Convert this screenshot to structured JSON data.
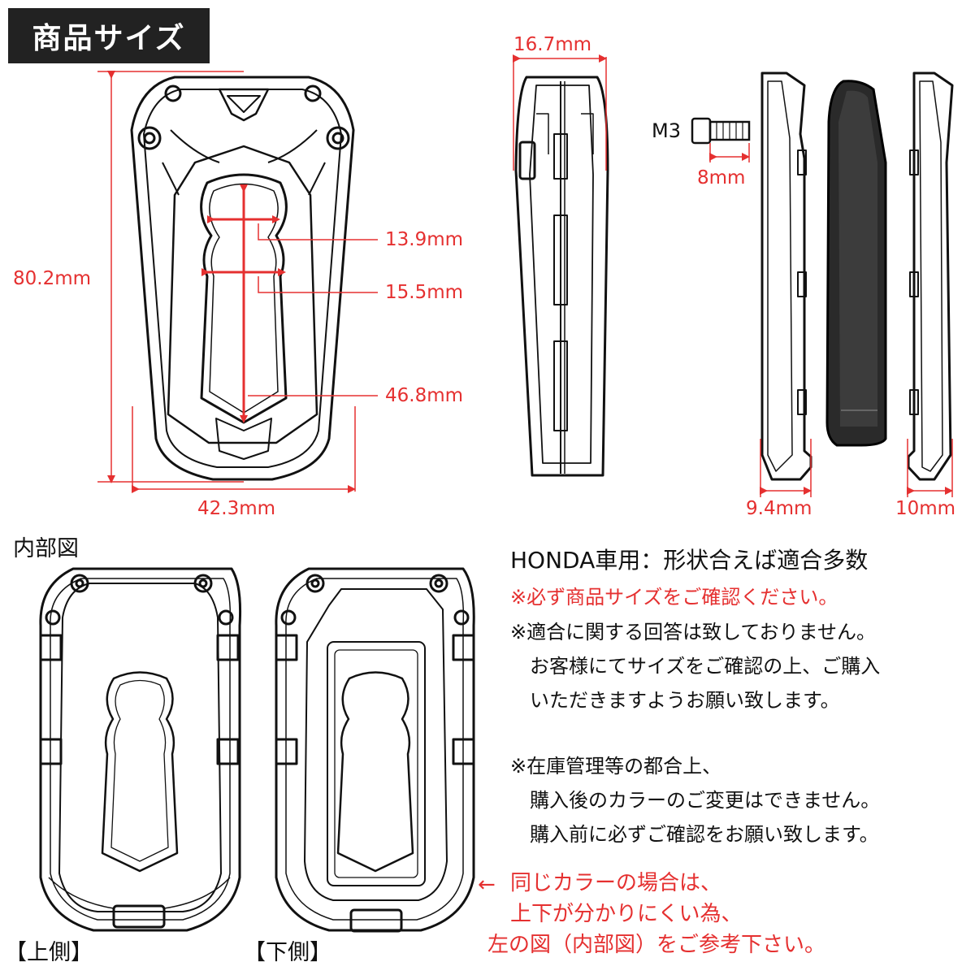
{
  "title": "商品サイズ",
  "dimensions": {
    "height_total": "80.2mm",
    "width_total": "42.3mm",
    "hole_upper": "13.9mm",
    "hole_lower": "15.5mm",
    "hole_length": "46.8mm",
    "side_thickness": "16.7mm",
    "screw": "M3",
    "screw_length": "8mm",
    "shell_a": "9.4mm",
    "shell_b": "10mm"
  },
  "inner_view": {
    "label": "内部図",
    "upper": "【上側】",
    "lower": "【下側】"
  },
  "notes": {
    "compat": "HONDA車用：形状合えば適合多数",
    "check_size": "※必ず商品サイズをご確認ください。",
    "fit_lines": [
      "※適合に関する回答は致しておりません。",
      "　お客様にてサイズをご確認の上、ご購入",
      "　いただきますようお願い致します。"
    ],
    "stock_lines": [
      "※在庫管理等の都合上、",
      "　購入後のカラーのご変更はできません。",
      "　購入前に必ずご確認をお願い致します。"
    ],
    "arrow": "←",
    "same_color_lines": [
      "同じカラーの場合は、",
      "上下が分かりにくい為、",
      "左の図（内部図）をご参考下さい。"
    ]
  },
  "colors": {
    "accent": "#e53030",
    "badge": "#222222",
    "line": "#111111"
  }
}
